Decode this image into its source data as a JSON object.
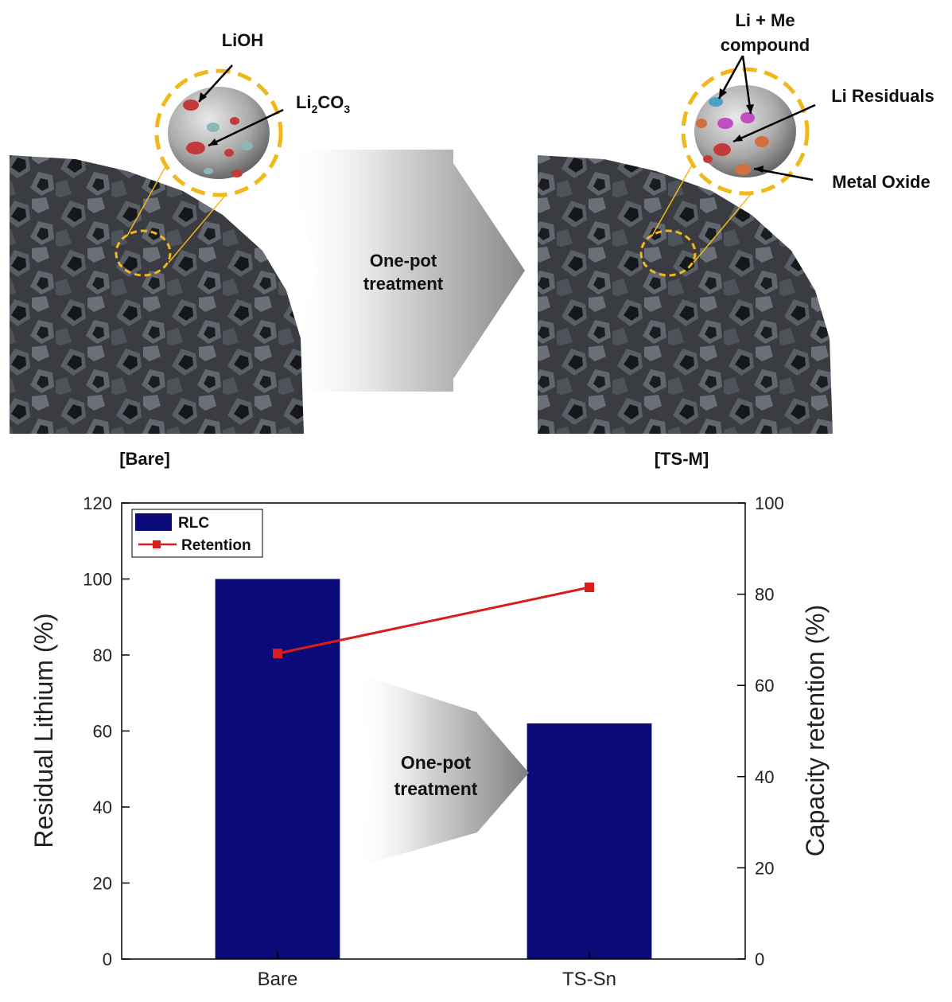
{
  "scheme": {
    "left_caption": "[Bare]",
    "right_caption": "[TS-M]",
    "arrow_text_line1": "One-pot",
    "arrow_text_line2": "treatment",
    "left_labels": {
      "lioh": "LiOH",
      "li2co3_main": "Li",
      "li2co3_sub2": "2",
      "li2co3_co": "CO",
      "li2co3_sub3": "3"
    },
    "right_labels": {
      "compound_line1": "Li + Me",
      "compound_line2": "compound",
      "li_residuals": "Li Residuals",
      "metal_oxide": "Metal Oxide"
    },
    "colors": {
      "highlight": "#f0b81a",
      "particle_dark": "#2b2d33",
      "particle_face": "#575b63"
    }
  },
  "chart_data": {
    "type": "bar",
    "categories": [
      "Bare",
      "TS-Sn"
    ],
    "series": [
      {
        "name": "RLC",
        "kind": "bar",
        "axis": "left",
        "values": [
          100,
          62
        ],
        "color": "#0a0a78"
      },
      {
        "name": "Retention",
        "kind": "line",
        "axis": "right",
        "values": [
          67,
          81.5
        ],
        "color": "#d91c1c"
      }
    ],
    "ylabel": "Residual Lithium (%)",
    "y2label": "Capacity retention (%)",
    "ylim": [
      0,
      120
    ],
    "y2lim": [
      0,
      100
    ],
    "yticks": [
      0,
      20,
      40,
      60,
      80,
      100,
      120
    ],
    "y2ticks": [
      0,
      20,
      40,
      60,
      80,
      100
    ],
    "legend_position": "top-left",
    "annotation_line1": "One-pot",
    "annotation_line2": "treatment",
    "grid": false
  }
}
